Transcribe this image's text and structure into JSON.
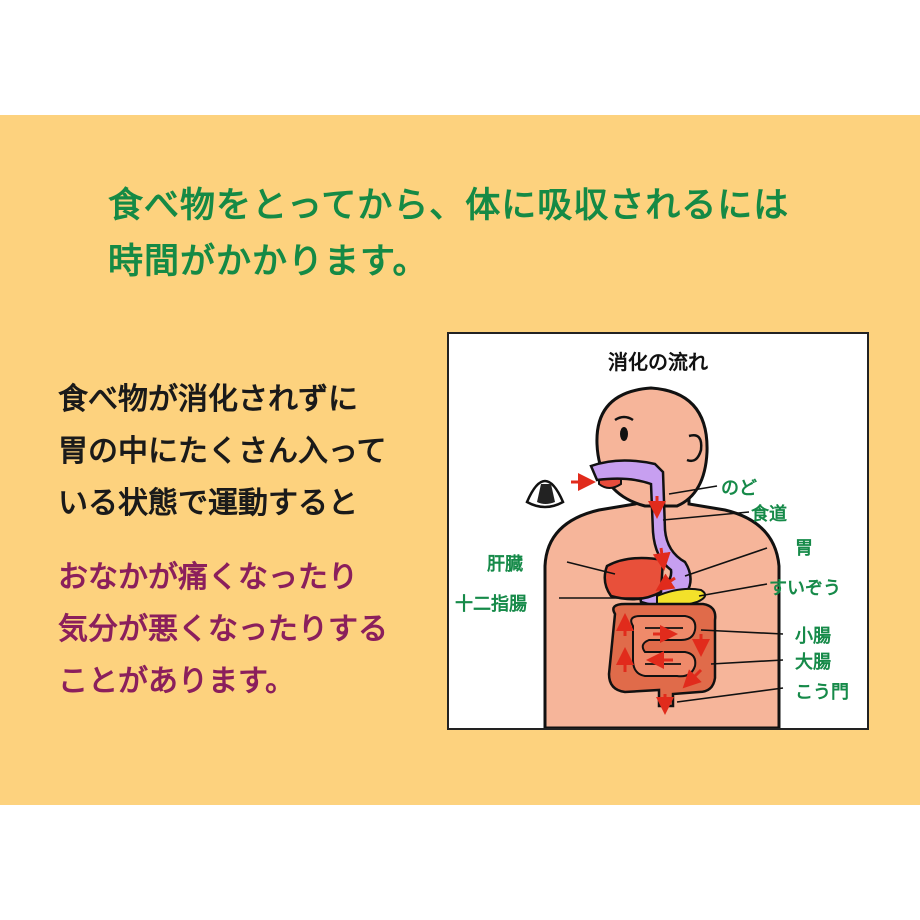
{
  "headline": {
    "line1": "食べ物をとってから、体に吸収されるには",
    "line2": "時間がかかります。"
  },
  "body_black": {
    "line1": "食べ物が消化されずに",
    "line2": "胃の中にたくさん入って",
    "line3": "いる状態で運動すると"
  },
  "body_purple": {
    "line1": "おなかが痛くなったり",
    "line2": "気分が悪くなったりする",
    "line3": "ことがあります。"
  },
  "figure": {
    "title": "消化の流れ",
    "labels": {
      "throat": "のど",
      "esophagus": "食道",
      "stomach": "胃",
      "pancreas": "すいぞう",
      "small_intestine": "小腸",
      "large_intestine": "大腸",
      "anus": "こう門",
      "liver": "肝臓",
      "duodenum": "十二指腸"
    }
  },
  "colors": {
    "background": "#fdd27e",
    "headline": "#158a45",
    "body_black": "#1a1a1a",
    "body_purple": "#8b1f5c",
    "label_green": "#168a49"
  }
}
